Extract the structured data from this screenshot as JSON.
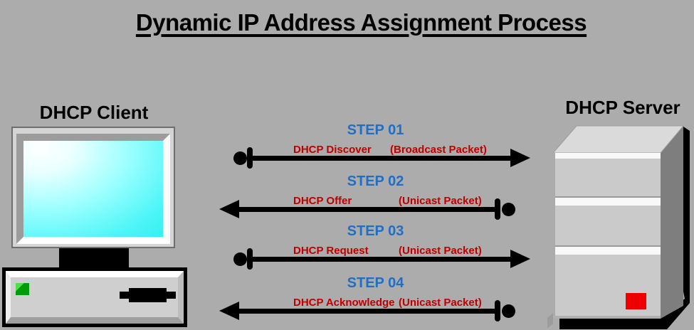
{
  "title": "Dynamic IP Address Assignment Process",
  "client": {
    "label": "DHCP Client"
  },
  "server": {
    "label": "DHCP Server"
  },
  "steps": [
    {
      "step": "STEP 01",
      "message": "DHCP Discover",
      "packet": "(Broadcast Packet)",
      "direction": "client-to-server"
    },
    {
      "step": "STEP 02",
      "message": "DHCP Offer",
      "packet": "(Unicast Packet)",
      "direction": "server-to-client"
    },
    {
      "step": "STEP 03",
      "message": "DHCP Request",
      "packet": "(Unicast Packet)",
      "direction": "client-to-server"
    },
    {
      "step": "STEP 04",
      "message": "DHCP Acknowledge",
      "packet": "(Unicast Packet)",
      "direction": "server-to-client"
    }
  ],
  "colors": {
    "background": "#acacac",
    "step_label_blue": "#1f6fc4",
    "message_red": "#c00000",
    "arrow_black": "#000000",
    "screen_cyan": "#2aeceb",
    "client_power_led_green": "#009c0c",
    "server_led_red": "#ee0000"
  }
}
